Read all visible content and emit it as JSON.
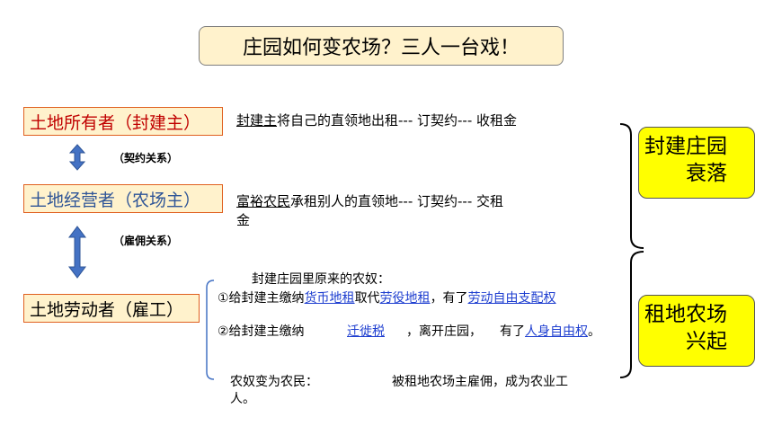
{
  "title": "庄园如何变农场？三人一台戏！",
  "roles": {
    "owner": "土地所有者（封建主）",
    "manager": "土地经营者（农场主）",
    "laborer": "土地劳动者（雇工）"
  },
  "relations": {
    "contract": "（契约关系）",
    "employment": "（雇佣关系）"
  },
  "desc_owner": {
    "subject": "封建主",
    "rest": "将自己的直领地出租--- 订契约--- 收租金"
  },
  "desc_manager": {
    "subject": "富裕农民",
    "rest_line1": "承租别人的直领地--- 订契约--- 交租",
    "rest_line2": "金"
  },
  "serfs": {
    "heading": "封建庄园里原来的农奴：",
    "item1_prefix": "①给封建主缴纳",
    "item1_link1": "货币地租",
    "item1_mid1": "取代",
    "item1_link2": "劳役地租",
    "item1_mid2": "，有了",
    "item1_link3": "劳动自由支配权",
    "item2_prefix": "②给封建主缴纳",
    "item2_link1": "迁徙税",
    "item2_mid1": "，离开庄园，",
    "item2_mid2": "有了",
    "item2_link2": "人身自由权",
    "item2_suffix": "。",
    "bottom_left": "农奴变为农民：",
    "bottom_right": "被租地农场主雇佣，成为农业工",
    "bottom_line2": "人。"
  },
  "results": {
    "decline_line1": "封建庄园",
    "decline_line2": "衰落",
    "rise_line1": "租地农场",
    "rise_line2": "兴起"
  },
  "colors": {
    "box_fill": "#fff2cc",
    "box_border": "#e06020",
    "owner_text": "#c00000",
    "manager_text": "#2f5597",
    "arrow": "#4472c4",
    "result_fill": "#ffff00",
    "link": "#1f3fd0"
  }
}
